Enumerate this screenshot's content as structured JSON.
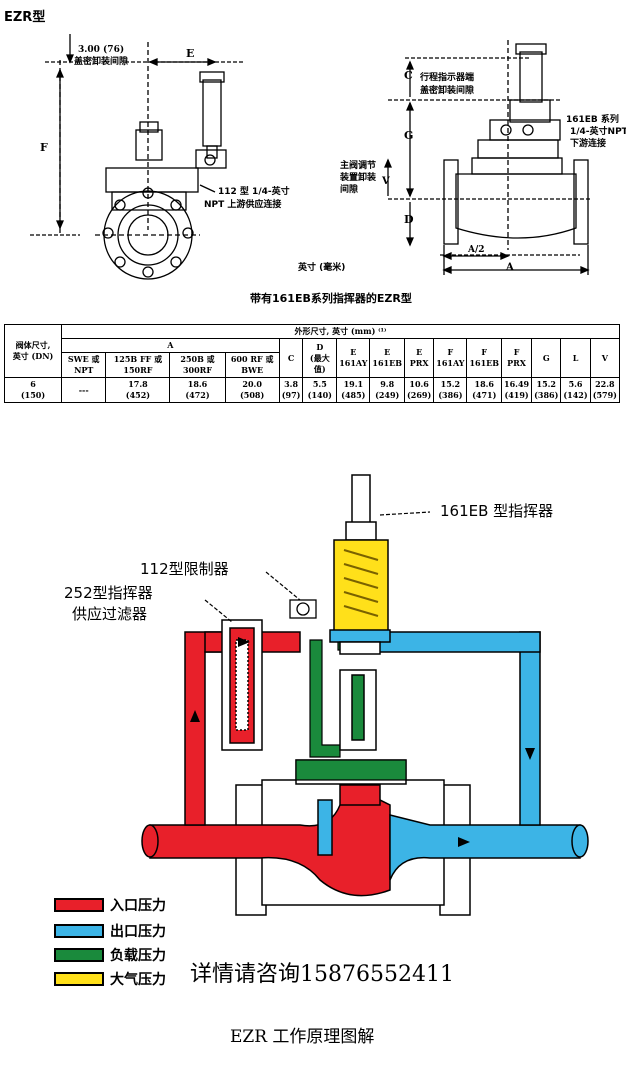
{
  "header": {
    "model": "EZR型"
  },
  "left_drawing": {
    "clearance": "3.00 (76)",
    "clearance_desc": "盖密卸装间隙",
    "dim_e": "E",
    "dim_f": "F",
    "supply_line1": "112 型 1/4-英寸",
    "supply_line2": "NPT 上游供应连接"
  },
  "right_drawing": {
    "dim_c": "C",
    "indicator_line1": "行程指示器端",
    "indicator_line2": "盖密卸装间隙",
    "pilot_line1": "161EB 系列",
    "pilot_line2": "1/4-英寸NPT",
    "pilot_line3": "下游连接",
    "dim_g": "G",
    "dim_v": "V",
    "main_line1": "主阀调节",
    "main_line2": "装置卸装",
    "main_line3": "间隙",
    "dim_d": "D",
    "dim_a_half": "A/2",
    "dim_a": "A",
    "units": "英寸 (毫米)"
  },
  "caption_top": "带有161EB系列指挥器的EZR型",
  "table": {
    "group_header": "外形尺寸, 英寸 (mm) ⁽¹⁾",
    "size_header_line1": "阀体尺寸,",
    "size_header_line2": "英寸 (DN)",
    "a_header": "A",
    "a_sub": [
      "SWE 或NPT",
      "125B FF 或150RF",
      "250B 或300RF",
      "600 RF 或BWE"
    ],
    "cols": [
      {
        "l1": "C",
        "l2": ""
      },
      {
        "l1": "D",
        "l2": "(最大值)"
      },
      {
        "l1": "E",
        "l2": "161AY"
      },
      {
        "l1": "E",
        "l2": "161EB"
      },
      {
        "l1": "E",
        "l2": "PRX"
      },
      {
        "l1": "F",
        "l2": "161AY"
      },
      {
        "l1": "F",
        "l2": "161EB"
      },
      {
        "l1": "F",
        "l2": "PRX"
      },
      {
        "l1": "G",
        "l2": ""
      },
      {
        "l1": "L",
        "l2": ""
      },
      {
        "l1": "V",
        "l2": ""
      }
    ],
    "row": {
      "size_in": "6",
      "size_dn": "(150)",
      "a": [
        "---",
        "17.8",
        "18.6",
        "20.0"
      ],
      "a_mm": [
        "",
        "(452)",
        "(472)",
        "(508)"
      ],
      "vals": [
        "3.8",
        "5.5",
        "19.1",
        "9.8",
        "10.6",
        "15.2",
        "18.6",
        "16.49",
        "15.2",
        "5.6",
        "22.8"
      ],
      "vals_mm": [
        "(97)",
        "(140)",
        "(485)",
        "(249)",
        "(269)",
        "(386)",
        "(471)",
        "(419)",
        "(386)",
        "(142)",
        "(579)"
      ]
    }
  },
  "diagram": {
    "pilot_label": "161EB 型指挥器",
    "limiter_label": "112型限制器",
    "filter_line1": "252型指挥器",
    "filter_line2": "供应过滤器"
  },
  "legend": [
    {
      "label": "入口压力",
      "color": "#e8202a"
    },
    {
      "label": "出口压力",
      "color": "#3cb4e6"
    },
    {
      "label": "负载压力",
      "color": "#1a8a3c"
    },
    {
      "label": "大气压力",
      "color": "#ffe01a"
    }
  ],
  "contact": "详情请咨询15876552411",
  "caption_bottom": "EZR 工作原理图解"
}
